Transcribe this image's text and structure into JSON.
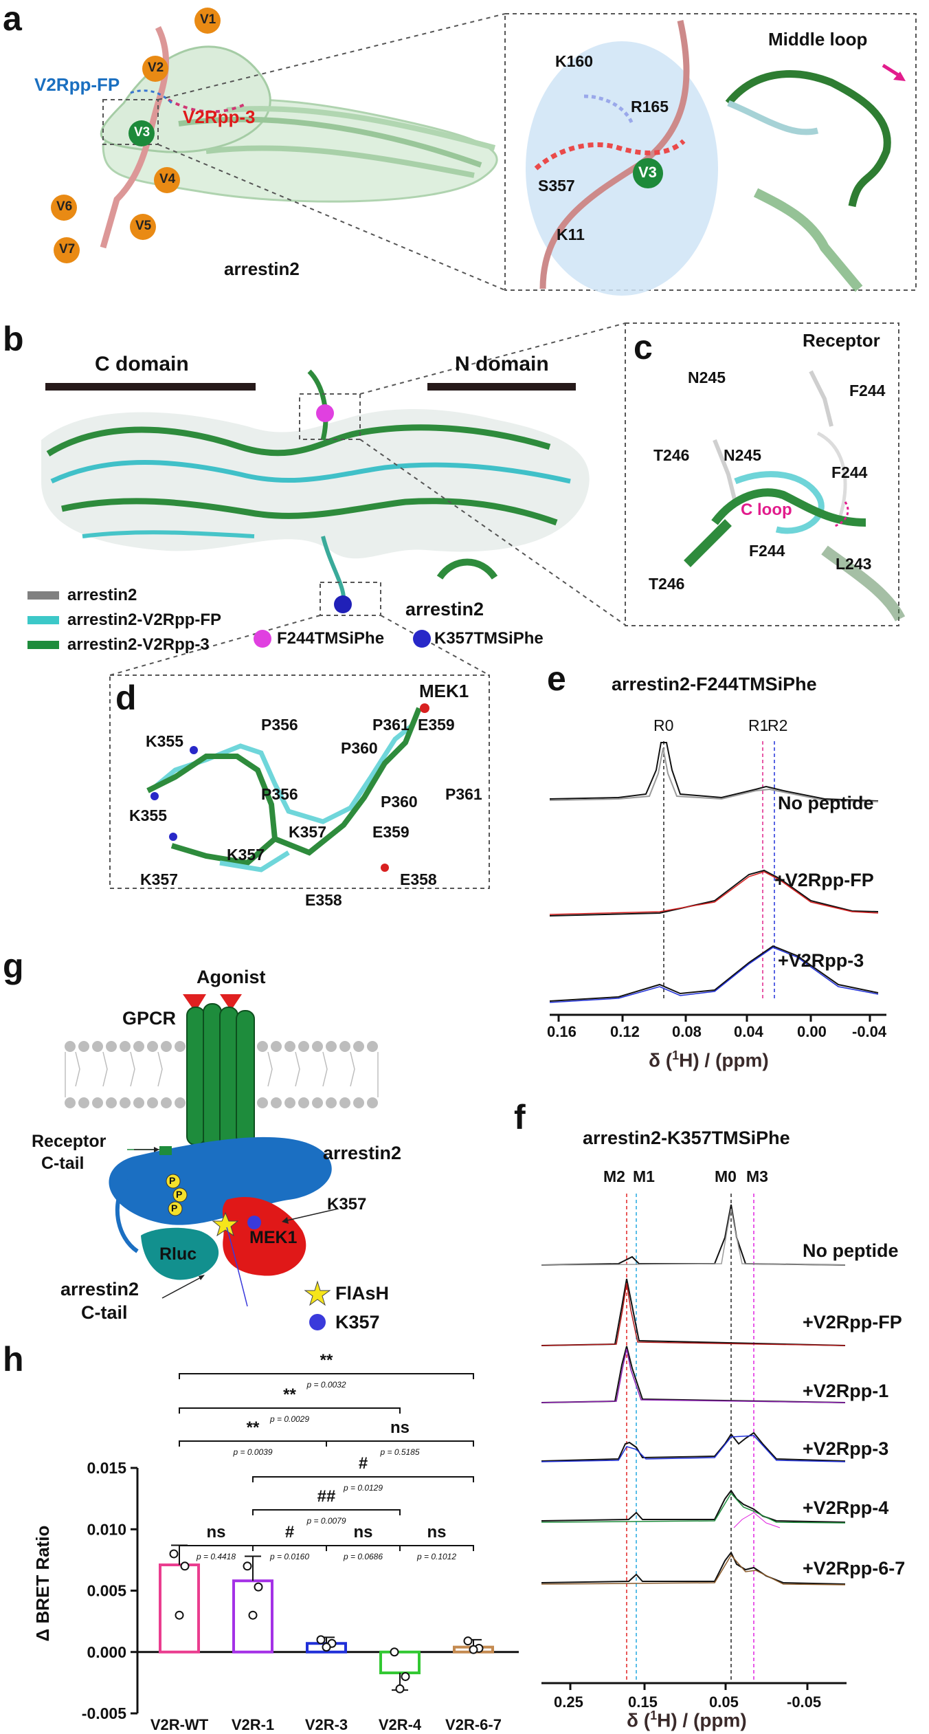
{
  "panels": {
    "a": {
      "letter": "a",
      "arrestin_label": "arrestin2",
      "v_labels": [
        "V1",
        "V2",
        "V3",
        "V4",
        "V5",
        "V6",
        "V7"
      ],
      "v2rpp_fp": "V2Rpp-FP",
      "v2rpp_3": "V2Rpp-3",
      "zoom": {
        "residues": [
          "K160",
          "R165",
          "S357",
          "K11"
        ],
        "v3": "V3",
        "middle_loop": "Middle loop"
      }
    },
    "b": {
      "letter": "b",
      "c_domain": "C domain",
      "n_domain": "N domain",
      "arrestin_label": "arrestin2",
      "legend": [
        {
          "label": "arrestin2",
          "color": "#808080"
        },
        {
          "label": "arrestin2-V2Rpp-FP",
          "color": "#3cc8c8"
        },
        {
          "label": "arrestin2-V2Rpp-3",
          "color": "#1e8c3c"
        }
      ],
      "spheres": [
        {
          "label": "F244TMSiPhe",
          "color": "#e040e0"
        },
        {
          "label": "K357TMSiPhe",
          "color": "#2828c8"
        }
      ]
    },
    "c": {
      "letter": "c",
      "title": "Receptor",
      "residues": [
        "N245",
        "F244",
        "T246",
        "N245",
        "F244",
        "F244",
        "L243",
        "T246"
      ],
      "loop": "C loop"
    },
    "d": {
      "letter": "d",
      "title": "MEK1",
      "residues": [
        "K355",
        "P356",
        "P361",
        "E359",
        "P360",
        "P361",
        "P356",
        "P360",
        "K355",
        "E359",
        "K357",
        "K357",
        "K357",
        "E358",
        "E358"
      ]
    },
    "e": {
      "letter": "e",
      "title": "arrestin2-F244TMSiPhe",
      "peaks": [
        "R0",
        "R1",
        "R2"
      ],
      "traces": [
        "No peptide",
        "+V2Rpp-FP",
        "+V2Rpp-3"
      ],
      "ticks": [
        "0.16",
        "0.12",
        "0.08",
        "0.04",
        "0.00",
        "-0.04"
      ],
      "xlabel_pre": "δ (",
      "xlabel_sup": "1",
      "xlabel_post": "H) / (ppm)"
    },
    "f": {
      "letter": "f",
      "title": "arrestin2-K357TMSiPhe",
      "peaks": [
        "M2",
        "M1",
        "M0",
        "M3"
      ],
      "traces": [
        "No peptide",
        "+V2Rpp-FP",
        "+V2Rpp-1",
        "+V2Rpp-3",
        "+V2Rpp-4",
        "+V2Rpp-6-7"
      ],
      "ticks": [
        "0.25",
        "0.15",
        "0.05",
        "-0.05"
      ],
      "xlabel_pre": "δ (",
      "xlabel_sup": "1",
      "xlabel_post": "H) / (ppm)"
    },
    "g": {
      "letter": "g",
      "agonist": "Agonist",
      "gpcr": "GPCR",
      "receptor_ctail_1": "Receptor",
      "receptor_ctail_2": "C-tail",
      "arrestin": "arrestin2",
      "k357": "K357",
      "rluc": "Rluc",
      "mek1": "MEK1",
      "p": "P",
      "arr_ctail_1": "arrestin2",
      "arr_ctail_2": "C-tail",
      "legend_flash": "FlAsH",
      "legend_k357": "K357"
    },
    "h": {
      "letter": "h",
      "ylabel": "Δ BRET Ratio",
      "sig": [
        {
          "mark": "**",
          "p": "p = 0.0032"
        },
        {
          "mark": "**",
          "p": "p = 0.0029"
        },
        {
          "mark": "**",
          "p": "p = 0.0039"
        },
        {
          "mark": "ns",
          "p": "p = 0.5185"
        },
        {
          "mark": "#",
          "p": "p = 0.0129"
        },
        {
          "mark": "##",
          "p": "p = 0.0079"
        },
        {
          "mark": "ns",
          "p": "p = 0.4418"
        },
        {
          "mark": "#",
          "p": "p = 0.0160"
        },
        {
          "mark": "ns",
          "p": "p = 0.0686"
        },
        {
          "mark": "ns",
          "p": "p = 0.1012"
        }
      ]
    }
  },
  "chart_data": {
    "type": "bar",
    "categories": [
      "V2R-WT",
      "V2R-1",
      "V2R-3",
      "V2R-4",
      "V2R-6-7"
    ],
    "values": [
      0.0071,
      0.0058,
      0.0007,
      -0.0017,
      0.0004
    ],
    "errors": [
      0.0016,
      0.002,
      0.0005,
      0.0014,
      0.0006
    ],
    "points": [
      [
        0.008,
        0.007,
        0.003
      ],
      [
        0.007,
        0.0053,
        0.003
      ],
      [
        0.001,
        0.0007,
        0.0004
      ],
      [
        0.0,
        -0.002,
        -0.003
      ],
      [
        0.0009,
        0.0003,
        0.0002
      ]
    ],
    "colors": [
      "#ea3d8f",
      "#a431e6",
      "#2030d8",
      "#32c832",
      "#c48a50"
    ],
    "ylabel": "Δ BRET Ratio",
    "yticks": [
      "0.015",
      "0.010",
      "0.005",
      "0.000",
      "-0.005"
    ],
    "ylim": [
      -0.005,
      0.015
    ]
  }
}
